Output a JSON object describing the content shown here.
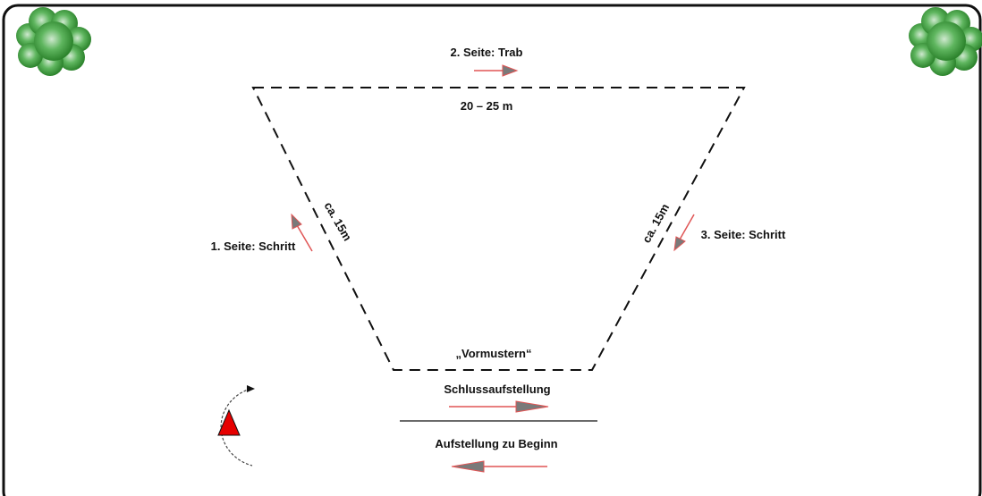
{
  "labels": {
    "side1": "1. Seite: Schritt",
    "side2": "2. Seite: Trab",
    "side3": "3. Seite: Schritt",
    "width": "20 – 25 m",
    "left_length": "ca. 15m",
    "right_length": "ca. 15m",
    "vormustern": "„Vormustern“",
    "final_lineup": "Schlussaufstellung",
    "initial_lineup": "Aufstellung zu Beginn"
  },
  "icons": {
    "trees": [
      "tree-icon",
      "tree-icon"
    ],
    "judge": "red-triangle-icon"
  },
  "colors": {
    "arrow_line": "#e05555",
    "arrowhead": "#7a7a7a",
    "judge_marker": "#e60000",
    "tree_dark": "#2e8b2e",
    "tree_light": "#7fcf7f",
    "border": "#111111"
  }
}
